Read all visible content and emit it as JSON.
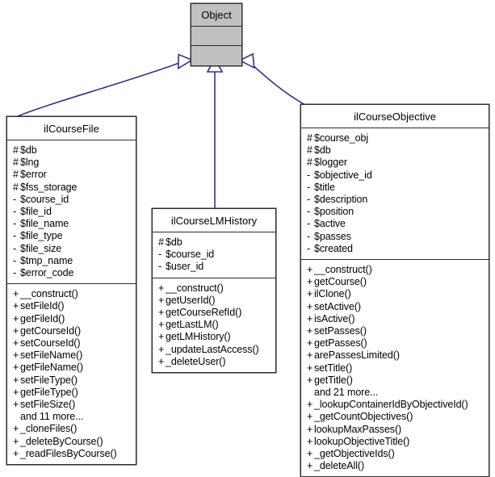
{
  "diagram": {
    "type": "uml-class-diagram",
    "title": "ilCourseObjective / ilCourseFile / ilCourseLMHistory inheritance",
    "background_color": "#ffffff",
    "edge_color": "#333388",
    "root_fill_color": "#c0c0c0",
    "class_fill_color": "#ffffff",
    "border_color": "#2b2b2b"
  },
  "classes": {
    "object": {
      "name": "Object",
      "attributes": [],
      "operations": []
    },
    "course_file": {
      "name": "ilCourseFile",
      "attributes": [
        {
          "vis": "#",
          "text": "$db"
        },
        {
          "vis": "#",
          "text": "$lng"
        },
        {
          "vis": "#",
          "text": "$error"
        },
        {
          "vis": "#",
          "text": "$fss_storage"
        },
        {
          "vis": "-",
          "text": "$course_id"
        },
        {
          "vis": "-",
          "text": "$file_id"
        },
        {
          "vis": "-",
          "text": "$file_name"
        },
        {
          "vis": "-",
          "text": "$file_type"
        },
        {
          "vis": "-",
          "text": "$file_size"
        },
        {
          "vis": "-",
          "text": "$tmp_name"
        },
        {
          "vis": "-",
          "text": "$error_code"
        }
      ],
      "operations": [
        {
          "vis": "+",
          "text": "__construct()"
        },
        {
          "vis": "+",
          "text": "setFileId()"
        },
        {
          "vis": "+",
          "text": "getFileId()"
        },
        {
          "vis": "+",
          "text": "getCourseId()"
        },
        {
          "vis": "+",
          "text": "setCourseId()"
        },
        {
          "vis": "+",
          "text": "setFileName()"
        },
        {
          "vis": "+",
          "text": "getFileName()"
        },
        {
          "vis": "+",
          "text": "setFileType()"
        },
        {
          "vis": "+",
          "text": "getFileType()"
        },
        {
          "vis": "+",
          "text": "setFileSize()"
        },
        {
          "vis": "",
          "text": "and 11 more..."
        },
        {
          "vis": "+",
          "text": "_cloneFiles()"
        },
        {
          "vis": "+",
          "text": "_deleteByCourse()"
        },
        {
          "vis": "+",
          "text": "_readFilesByCourse()"
        }
      ]
    },
    "lm_history": {
      "name": "ilCourseLMHistory",
      "attributes": [
        {
          "vis": "#",
          "text": "$db"
        },
        {
          "vis": "-",
          "text": "$course_id"
        },
        {
          "vis": "-",
          "text": "$user_id"
        }
      ],
      "operations": [
        {
          "vis": "+",
          "text": "__construct()"
        },
        {
          "vis": "+",
          "text": "getUserId()"
        },
        {
          "vis": "+",
          "text": "getCourseRefId()"
        },
        {
          "vis": "+",
          "text": "getLastLM()"
        },
        {
          "vis": "+",
          "text": "getLMHistory()"
        },
        {
          "vis": "+",
          "text": "_updateLastAccess()"
        },
        {
          "vis": "+",
          "text": "_deleteUser()"
        }
      ]
    },
    "course_objective": {
      "name": "ilCourseObjective",
      "attributes": [
        {
          "vis": "#",
          "text": "$course_obj"
        },
        {
          "vis": "#",
          "text": "$db"
        },
        {
          "vis": "#",
          "text": "$logger"
        },
        {
          "vis": "-",
          "text": "$objective_id"
        },
        {
          "vis": "-",
          "text": "$title"
        },
        {
          "vis": "-",
          "text": "$description"
        },
        {
          "vis": "-",
          "text": "$position"
        },
        {
          "vis": "-",
          "text": "$active"
        },
        {
          "vis": "-",
          "text": "$passes"
        },
        {
          "vis": "-",
          "text": "$created"
        }
      ],
      "operations": [
        {
          "vis": "+",
          "text": "__construct()"
        },
        {
          "vis": "+",
          "text": "getCourse()"
        },
        {
          "vis": "+",
          "text": "ilClone()"
        },
        {
          "vis": "+",
          "text": "setActive()"
        },
        {
          "vis": "+",
          "text": "isActive()"
        },
        {
          "vis": "+",
          "text": "setPasses()"
        },
        {
          "vis": "+",
          "text": "getPasses()"
        },
        {
          "vis": "+",
          "text": "arePassesLimited()"
        },
        {
          "vis": "+",
          "text": "setTitle()"
        },
        {
          "vis": "+",
          "text": "getTitle()"
        },
        {
          "vis": "",
          "text": "and 21 more..."
        },
        {
          "vis": "+",
          "text": "_lookupContainerIdByObjectiveId()"
        },
        {
          "vis": "+",
          "text": "_getCountObjectives()"
        },
        {
          "vis": "+",
          "text": "lookupMaxPasses()"
        },
        {
          "vis": "+",
          "text": "lookupObjectiveTitle()"
        },
        {
          "vis": "+",
          "text": "_getObjectiveIds()"
        },
        {
          "vis": "+",
          "text": "_deleteAll()"
        }
      ]
    }
  },
  "relationships": [
    {
      "from": "ilCourseFile",
      "to": "Object",
      "type": "generalization"
    },
    {
      "from": "ilCourseLMHistory",
      "to": "Object",
      "type": "generalization"
    },
    {
      "from": "ilCourseObjective",
      "to": "Object",
      "type": "generalization"
    }
  ]
}
